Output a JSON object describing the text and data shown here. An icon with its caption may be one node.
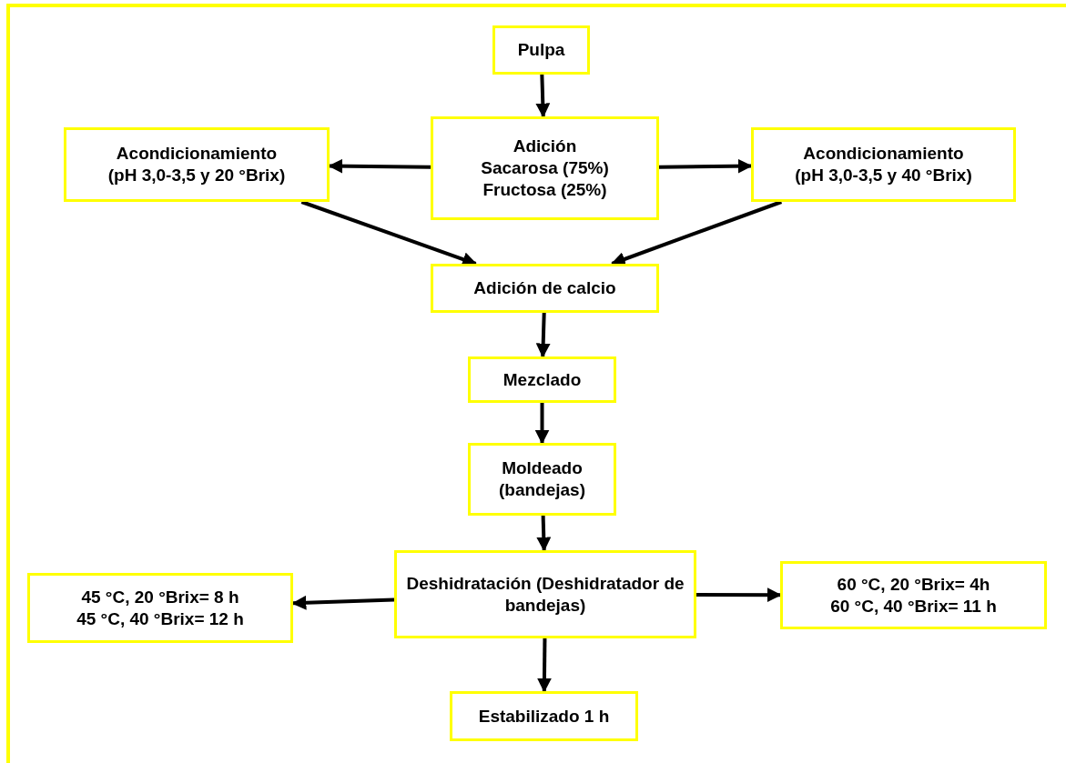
{
  "diagram": {
    "nodes": [
      {
        "text": [
          "Pulpa"
        ]
      },
      {
        "text": [
          "Adición",
          "Sacarosa (75%)",
          "Fructosa (25%)"
        ]
      },
      {
        "text": [
          "Acondicionamiento",
          "(pH 3,0-3,5 y 20 °Brix)"
        ]
      },
      {
        "text": [
          "Acondicionamiento",
          "(pH 3,0-3,5 y 40 °Brix)"
        ]
      },
      {
        "text": [
          "Adición de calcio"
        ]
      },
      {
        "text": [
          "Mezclado"
        ]
      },
      {
        "text": [
          "Moldeado (bandejas)"
        ]
      },
      {
        "text": [
          "Deshidratación (Deshidratador de bandejas)"
        ]
      },
      {
        "text": [
          "45 °C, 20 °Brix= 8 h",
          "45 °C, 40 °Brix= 12 h"
        ]
      },
      {
        "text": [
          "60 °C, 20 °Brix= 4h",
          "60 °C, 40 °Brix= 11 h"
        ]
      },
      {
        "text": [
          "Estabilizado 1 h"
        ]
      }
    ],
    "edges": [
      {
        "from": 0,
        "to": 1,
        "arrow": "to"
      },
      {
        "from": 1,
        "to": 2,
        "arrow": "to"
      },
      {
        "from": 1,
        "to": 3,
        "arrow": "to"
      },
      {
        "from": 2,
        "to": 4,
        "arrow": "to"
      },
      {
        "from": 3,
        "to": 4,
        "arrow": "to"
      },
      {
        "from": 4,
        "to": 5,
        "arrow": "to"
      },
      {
        "from": 5,
        "to": 6,
        "arrow": "to"
      },
      {
        "from": 6,
        "to": 7,
        "arrow": "to"
      },
      {
        "from": 7,
        "to": 8,
        "arrow": "to"
      },
      {
        "from": 7,
        "to": 9,
        "arrow": "to"
      },
      {
        "from": 7,
        "to": 10,
        "arrow": "to"
      }
    ]
  }
}
